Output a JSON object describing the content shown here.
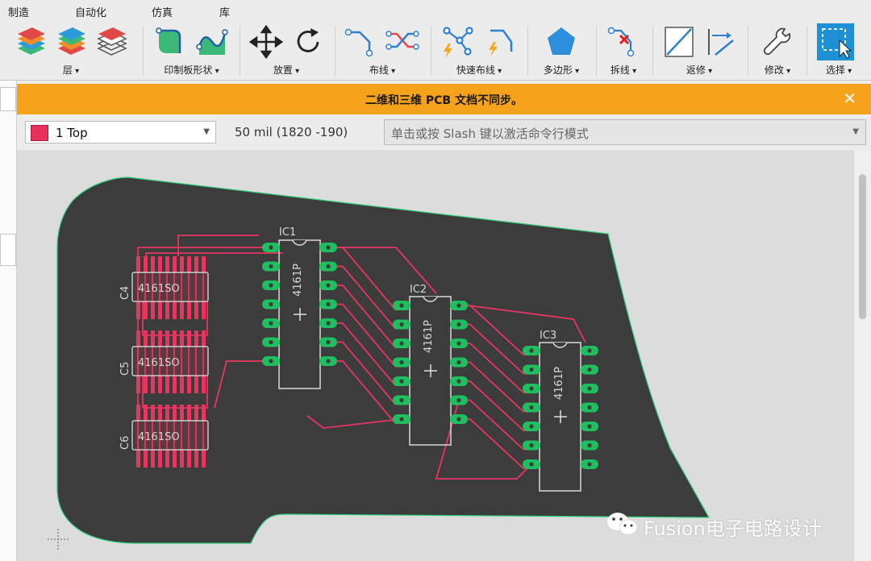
{
  "menu": {
    "items": [
      "制造",
      "自动化",
      "仿真",
      "库"
    ]
  },
  "ribbon": {
    "groups": [
      {
        "label": "层"
      },
      {
        "label": "印制板形状"
      },
      {
        "label": "放置"
      },
      {
        "label": "布线"
      },
      {
        "label": "快速布线"
      },
      {
        "label": "多边形"
      },
      {
        "label": "拆线"
      },
      {
        "label": "返修"
      },
      {
        "label": "修改"
      },
      {
        "label": "选择"
      }
    ]
  },
  "warning": {
    "message": "二维和三维 PCB 文档不同步。",
    "close_glyph": "✕"
  },
  "command": {
    "layer_value": "1 Top",
    "layer_color": "#e8305c",
    "coordinates": "50 mil (1820 -190)",
    "input_placeholder": "单击或按 Slash 键以激活命令行模式"
  },
  "pcb": {
    "components": [
      {
        "ref": "IC1",
        "value": "4161P"
      },
      {
        "ref": "IC2",
        "value": "4161P"
      },
      {
        "ref": "IC3",
        "value": "4161P"
      },
      {
        "ref": "C4",
        "value": "4161SO"
      },
      {
        "ref": "C5",
        "value": "4161SO"
      },
      {
        "ref": "C6",
        "value": "4161SO"
      }
    ]
  },
  "watermark": {
    "text": "Fusion电子电路设计"
  },
  "colors": {
    "board": "#3c3c3c",
    "trace": "#e83560",
    "pad": "#1fbf5f",
    "warning": "#f7a21b",
    "accent": "#1e90d6"
  }
}
